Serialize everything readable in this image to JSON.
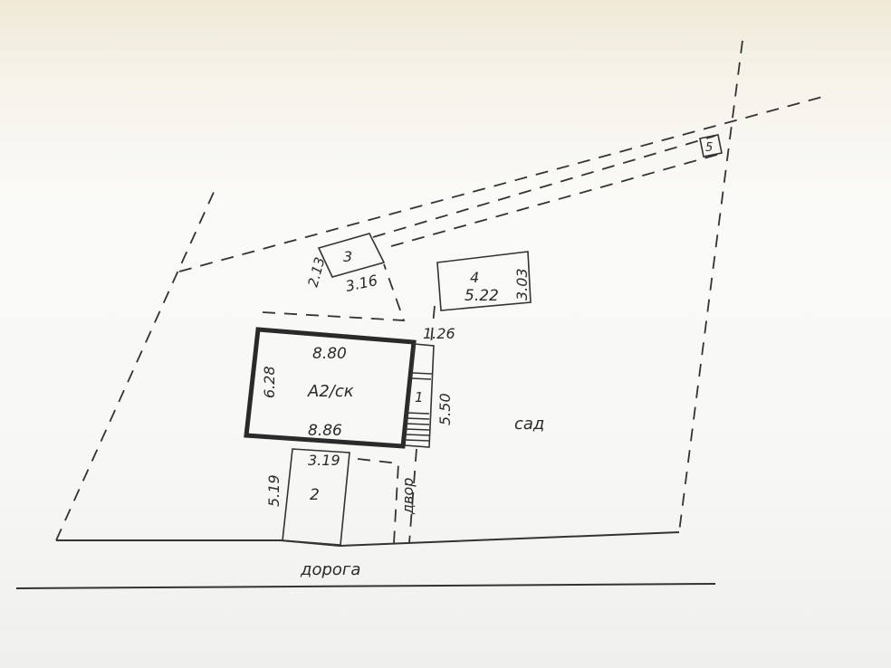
{
  "plan": {
    "road_label": "дорога",
    "garden_label": "сад",
    "yard_label": "двор",
    "main_building": {
      "label": "А2/ск",
      "top_dim": "8.80",
      "bottom_dim": "8.86",
      "side_dim": "6.28"
    },
    "porch": {
      "label": "1",
      "width_dim": "1.26",
      "length_dim": "5.50"
    },
    "building_2": {
      "label": "2",
      "width_dim": "3.19",
      "length_dim": "5.19"
    },
    "building_3": {
      "label": "3",
      "side_dim": "2.13",
      "length_dim": "3.16"
    },
    "building_4": {
      "label": "4",
      "length_dim": "5.22",
      "side_dim": "3.03"
    },
    "building_5": {
      "label": "5"
    }
  }
}
